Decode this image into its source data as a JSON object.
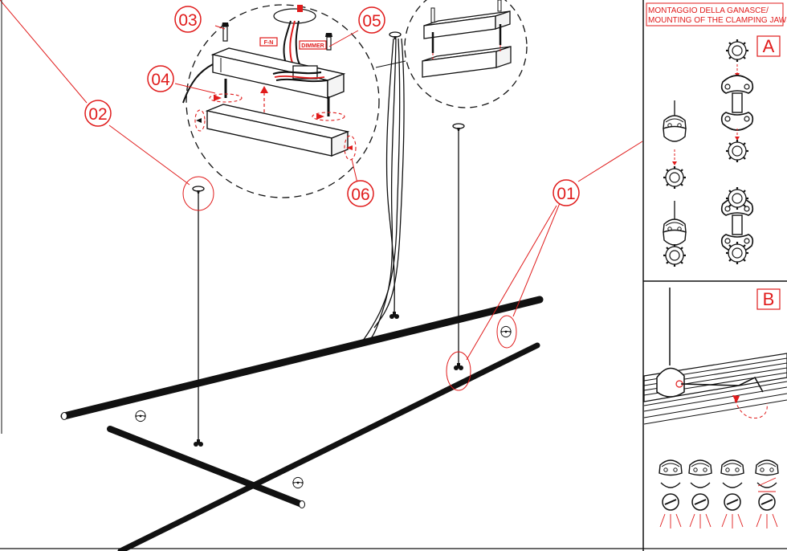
{
  "callouts": {
    "c01": "01",
    "c02": "02",
    "c03": "03",
    "c04": "04",
    "c05": "05",
    "c06": "06"
  },
  "tags": {
    "fn": "F-N",
    "dimmer": "DIMMER"
  },
  "side_panel": {
    "title_line1": "MONTAGGIO DELLA GANASCE/",
    "title_line2": "MOUNTING OF THE CLAMPING JAWS",
    "panel_a": "A",
    "panel_b": "B"
  },
  "colors": {
    "ink": "#111111",
    "accent": "#e01b1b"
  }
}
